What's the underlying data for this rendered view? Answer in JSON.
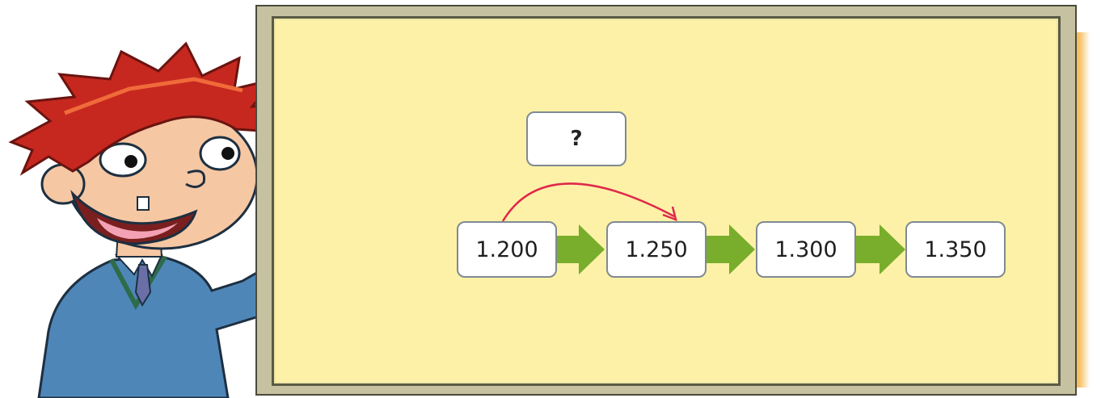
{
  "sequence": {
    "values": [
      "1.200",
      "1.250",
      "1.300",
      "1.350"
    ],
    "step_label": "?"
  },
  "colors": {
    "board": "#fdf1a7",
    "frame": "#c6c1a0",
    "arrow": "#79ad2c",
    "jump_arc": "#e0284a"
  },
  "illustration": {
    "character": "cartoon boy pointing"
  }
}
